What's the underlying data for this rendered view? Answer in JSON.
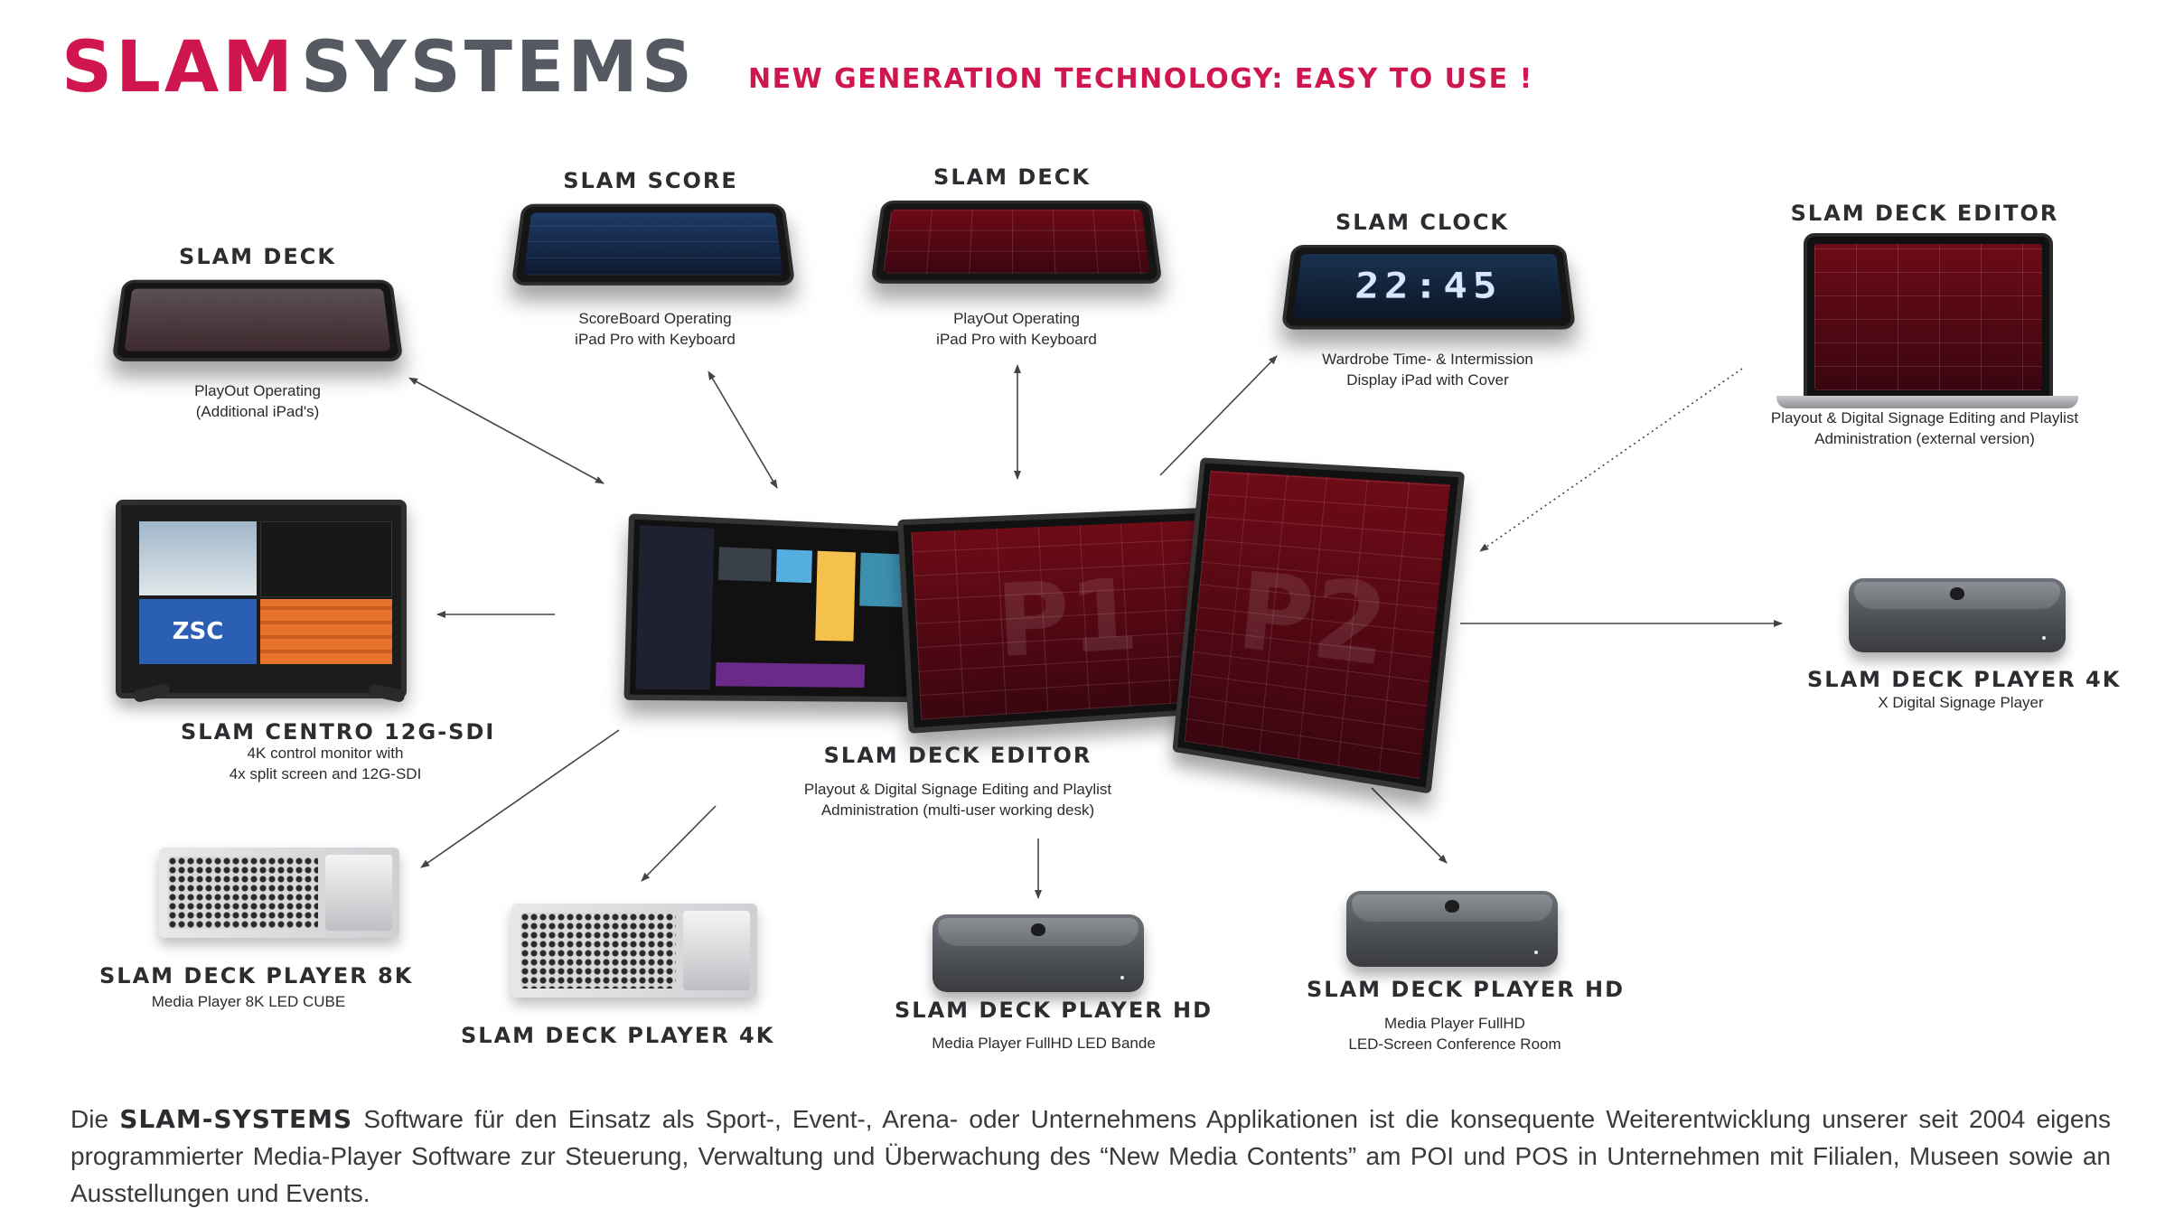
{
  "header": {
    "brand_part1": "SLAM",
    "brand_part2": "SYSTEMS",
    "tagline": "NEW GENERATION TECHNOLOGY: EASY TO USE !"
  },
  "nodes": {
    "deck_left": {
      "title": "SLAM DECK",
      "subtitle": "PlayOut Operating\n(Additional iPad's)"
    },
    "score": {
      "title": "SLAM SCORE",
      "subtitle": "ScoreBoard Operating\niPad Pro with Keyboard"
    },
    "deck_top": {
      "title": "SLAM DECK",
      "subtitle": "PlayOut Operating\niPad Pro with Keyboard"
    },
    "clock": {
      "title": "SLAM CLOCK",
      "subtitle": "Wardrobe Time- & Intermission\nDisplay iPad with Cover",
      "time": "22:45"
    },
    "editor_ext": {
      "title": "SLAM DECK EDITOR",
      "subtitle": "Playout & Digital Signage Editing and Playlist\nAdministration (external version)"
    },
    "centro": {
      "title": "SLAM CENTRO 12G-SDI",
      "subtitle": "4K control monitor with\n4x split screen and 12G-SDI"
    },
    "editor_main": {
      "title": "SLAM DECK EDITOR",
      "subtitle": "Playout & Digital Signage Editing and Playlist\nAdministration (multi-user working desk)"
    },
    "player4k_right": {
      "title": "SLAM DECK PLAYER 4K",
      "subtitle": "X Digital Signage Player"
    },
    "player8k": {
      "title": "SLAM DECK PLAYER 8K",
      "subtitle": "Media Player 8K LED CUBE"
    },
    "player4k_bottom": {
      "title": "SLAM DECK PLAYER 4K",
      "subtitle": ""
    },
    "playerhd_1": {
      "title": "SLAM DECK PLAYER HD",
      "subtitle": "Media Player FullHD LED Bande"
    },
    "playerhd_2": {
      "title": "SLAM DECK PLAYER HD",
      "subtitle": "Media Player FullHD\nLED-Screen Conference Room"
    }
  },
  "screen_labels": {
    "p1": "P1",
    "p2": "P2",
    "zsc": "ZSC"
  },
  "description": {
    "lead": "Die",
    "brand": "SLAM-SYSTEMS",
    "text": "Software für den Einsatz als Sport-, Event-, Arena- oder Unternehmens Applikationen ist die konsequente Weiterentwicklung unserer seit 2004 eigens programmierter Media-Player Software zur Steuerung, Verwaltung und Überwachung des “New Media Contents” am POI und POS in Unternehmen mit Filialen, Museen sowie an Ausstellungen und Events."
  },
  "colors": {
    "brand_red": "#d0164f",
    "brand_gray": "#555a62"
  }
}
